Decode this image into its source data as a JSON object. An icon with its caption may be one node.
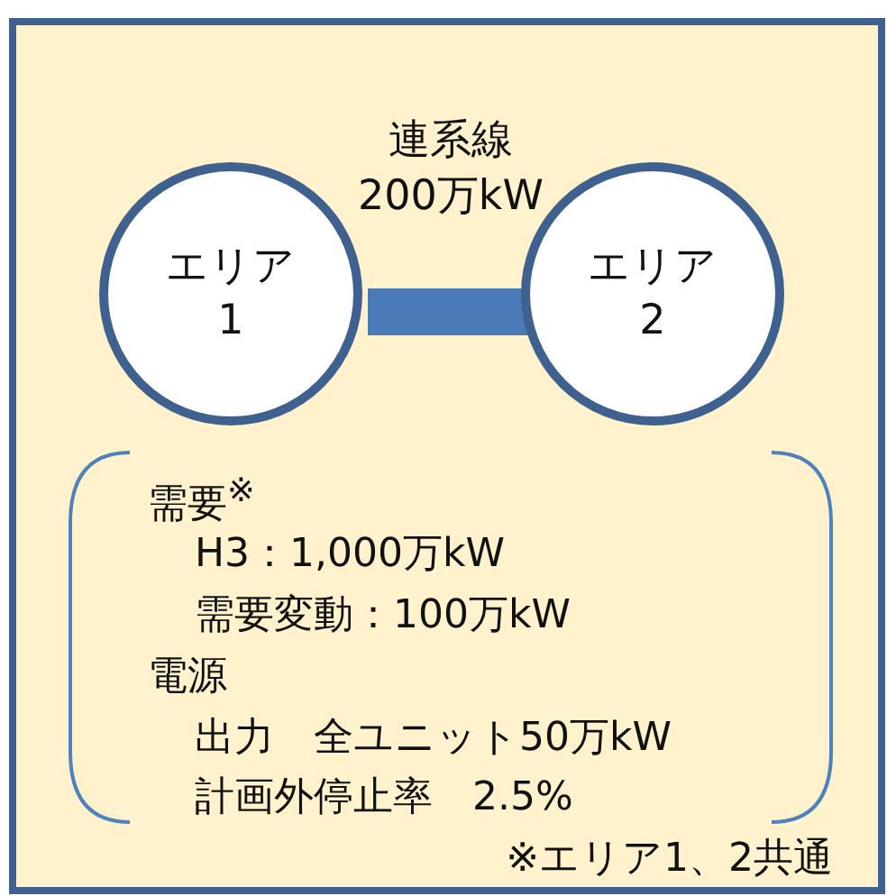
{
  "diagram": {
    "nodes": [
      {
        "text": [],
        "shape": "box"
      },
      {
        "text": [
          "エリア1"
        ],
        "in": 0
      },
      {
        "text": [
          "エリア2"
        ],
        "in": 0
      },
      {
        "text": [
          "需要$^{※}$",
          "H3：1,000万kW",
          "需要変動：100万kW",
          "電源",
          "出力　全ユニット50万kW",
          "計画外停止率　2.5%"
        ],
        "in": 0
      }
    ],
    "edges": [
      {
        "from": 1,
        "to": 2,
        "arrow": "none",
        "label": "連系線200万kW"
      }
    ],
    "labels": [
      "※エリア1、2共通"
    ]
  }
}
